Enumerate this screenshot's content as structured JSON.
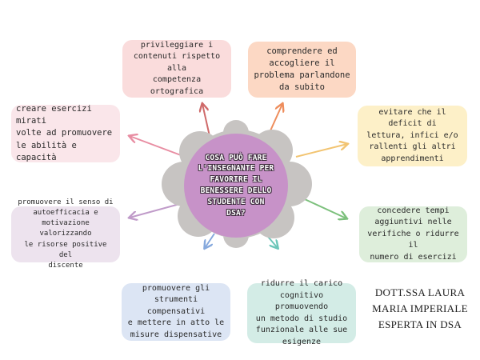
{
  "center": {
    "lines": [
      "COSA PUÒ FARE",
      "L'INSEGNANTE PER",
      "FAVORIRE IL",
      "BENESSERE DELLO",
      "STUDENTE CON",
      "DSA?"
    ],
    "color": "#c792c8"
  },
  "nodes": [
    {
      "id": "contenuti",
      "lines": [
        "privileggiare i",
        "contenuti rispetto alla",
        "competenza",
        "ortografica"
      ],
      "bg": "#fadcdc",
      "arrow": "#cf6a6a"
    },
    {
      "id": "comprendere",
      "lines": [
        "comprendere ed",
        "accogliere il",
        "problema parlandone",
        "da subito"
      ],
      "bg": "#fcd8c4",
      "arrow": "#ee8d5c"
    },
    {
      "id": "esercizi",
      "lines": [
        "creare esercizi mirati",
        "volte ad promuovere",
        "le abilità e capacità"
      ],
      "bg": "#fae6ea",
      "arrow": "#e88da2"
    },
    {
      "id": "deficit",
      "lines": [
        "evitare che il deficit di",
        "lettura, infici e/o",
        "rallenti gli altri",
        "apprendimenti"
      ],
      "bg": "#fdf0c8",
      "arrow": "#f2c471"
    },
    {
      "id": "autoefficacia",
      "lines": [
        "promuovere il senso di",
        "autoefficacia e",
        "motivazione valorizzando",
        "le risorse positive del",
        "discente"
      ],
      "bg": "#ede3ee",
      "arrow": "#c09bc9"
    },
    {
      "id": "tempi",
      "lines": [
        "concedere tempi",
        "aggiuntivi nelle",
        "verifiche o ridurre il",
        "numero di esercizi"
      ],
      "bg": "#deeedb",
      "arrow": "#7cc07c"
    },
    {
      "id": "strumenti",
      "lines": [
        "promuovere gli",
        "strumenti compensativi",
        "e mettere in atto le",
        "misure dispensative"
      ],
      "bg": "#dce5f4",
      "arrow": "#86a9dd"
    },
    {
      "id": "carico",
      "lines": [
        "ridurre il carico",
        "cognitivo promuovendo",
        "un metodo di studio",
        "funzionale alle sue",
        "esigenze"
      ],
      "bg": "#d3ece6",
      "arrow": "#6cc6b9"
    }
  ],
  "signature": {
    "lines": [
      "DOTT.SSA LAURA",
      "MARIA IMPERIALE",
      "ESPERTA IN DSA"
    ]
  }
}
